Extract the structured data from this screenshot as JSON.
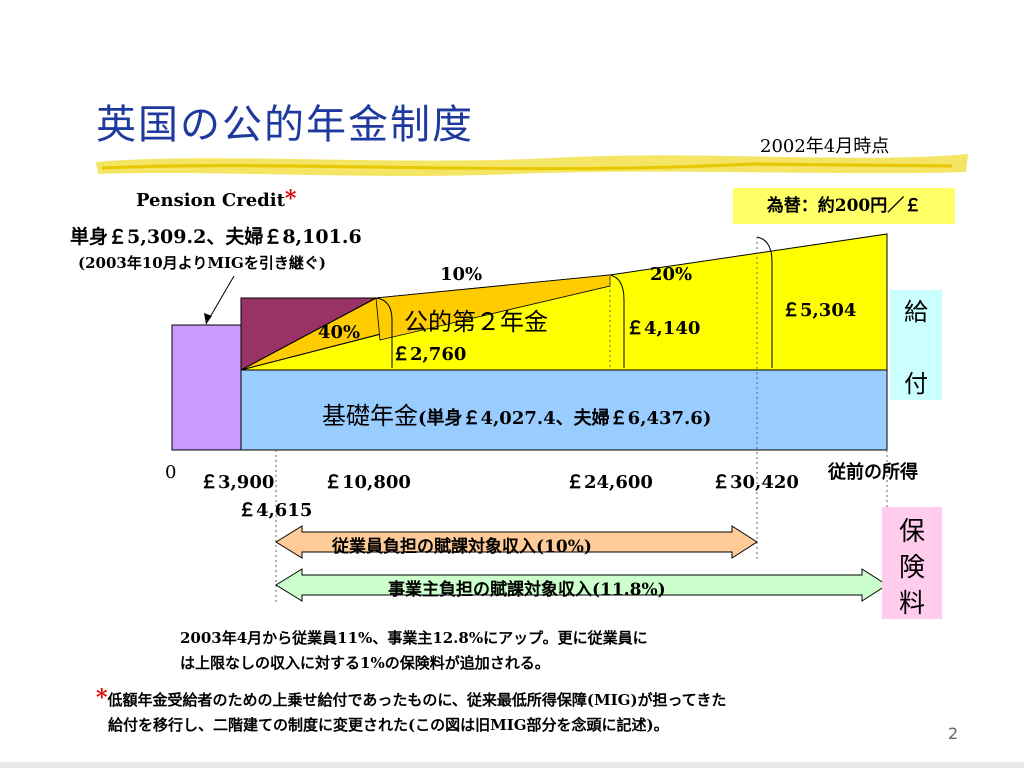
{
  "title": "英国の公的年金制度",
  "date_label": "2002年4月時点",
  "pension_credit": {
    "title": "Pension Credit",
    "asterisk": "*",
    "line1": "単身￡5,309.2、夫婦￡8,101.6",
    "line2": "(2003年10月よりMIGを引き継ぐ)"
  },
  "exchange_rate": "為替：約200円／￡",
  "labels": {
    "pct_10": "10%",
    "pct_20": "20%",
    "pct_40": "40%",
    "second_pension": "公的第２年金",
    "amt_2760": "￡2,760",
    "amt_4140": "￡4,140",
    "amt_5304": "￡5,304",
    "basic_pension_main": "基礎年金",
    "basic_pension_detail": "(単身￡4,027.4、夫婦￡6,437.6)"
  },
  "benefit_label": [
    "給",
    "付"
  ],
  "contribution_label": [
    "保",
    "険",
    "料"
  ],
  "axis": {
    "zero": "0",
    "t1": "￡3,900",
    "t2": "￡4,615",
    "t3": "￡10,800",
    "t4": "￡24,600",
    "t5": "￡30,420",
    "caption": "従前の所得"
  },
  "arrows": {
    "employee": "従業員負担の賦課対象収入(10%)",
    "employer": "事業主負担の賦課対象収入(11.8%)"
  },
  "colors": {
    "title": "#1f3a9e",
    "basic_pension": "#99ccff",
    "second_pension": "#ffff00",
    "second_pension_band": "#ffcc00",
    "pension_credit": "#993366",
    "mig_bar": "#cc99ff",
    "employee_arrow": "#ffcc99",
    "employer_arrow": "#ccffcc",
    "asterisk": "#e00000"
  },
  "notes": {
    "note1_line1": "2003年4月から従業員11%、事業主12.8%にアップ。更に従業員に",
    "note1_line2": "は上限なしの収入に対する1%の保険料が追加される。",
    "note2_asterisk": "*",
    "note2_line1": "低額年金受給者のための上乗せ給付であったものに、従来最低所得保障(MIG)が担ってきた",
    "note2_line2": "給付を移行し、二階建ての制度に変更された(この図は旧MIG部分を念頭に記述)。"
  },
  "page_number": "2"
}
